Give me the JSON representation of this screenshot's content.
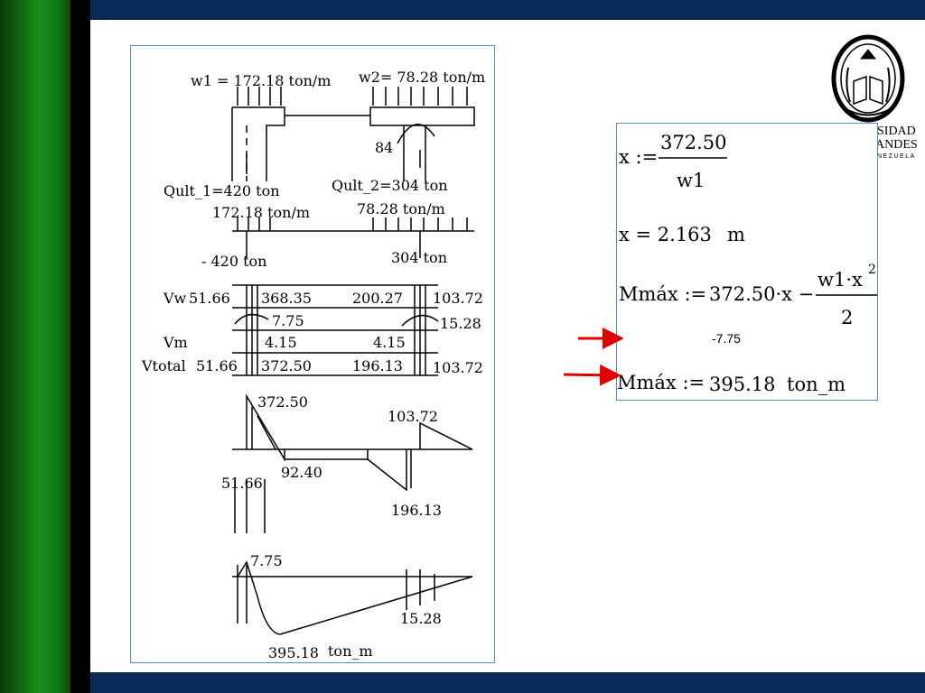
{
  "diagram": {
    "w1": "w1 = 172.18 ton/m",
    "w2": "w2= 78.28 ton/m",
    "moment_84": "84",
    "qult1": "Qult_1=420 ton",
    "qult2": "Qult_2=304 ton",
    "load1": "172.18 ton/m",
    "load2": "78.28 ton/m",
    "reaction1": "- 420 ton",
    "reaction2": "304 ton",
    "vw_label": "Vw",
    "vw_51": "51.66",
    "vw_368": "368.35",
    "vw_200": "200.27",
    "vw_103": "103.72",
    "m_775": "7.75",
    "m_1528": "15.28",
    "vm_label": "Vm",
    "vm_415a": "4.15",
    "vm_415b": "4.15",
    "vt_label": "Vtotal",
    "vt_51": "51.66",
    "vt_372": "372.50",
    "vt_196": "196.13",
    "vt_103": "103.72",
    "sh_372": "372.50",
    "sh_103": "103.72",
    "sh_51": "51.66",
    "sh_92": "92.40",
    "sh_196": "196.13",
    "mo_775": "7.75",
    "mo_1528": "15.28",
    "mo_395": "395.18",
    "mo_unit": "ton_m"
  },
  "calc": {
    "x_lhs": "x :=",
    "x_num": "372.50",
    "x_den": "w1",
    "x_res": "x = 2.163",
    "x_unit": "m",
    "mmax_lhs": "Mmáx :=",
    "mmax_expr": "372.50·x −",
    "mmax_num": "w1·x",
    "mmax_exp": "2",
    "mmax_den": "2",
    "mmax2_lhs": "Mmáx :=",
    "mmax2_val": "395.18",
    "mmax2_unit": "ton_m"
  },
  "note": "-7.75",
  "logo": {
    "line1": "SIDAD",
    "line2": "ANDES",
    "line3": "NEZUELA"
  },
  "colors": {
    "arrow": "#e00000",
    "frame": "#5a8ac8",
    "bar_blue": "#0a2a5a",
    "green": "#16901a"
  }
}
